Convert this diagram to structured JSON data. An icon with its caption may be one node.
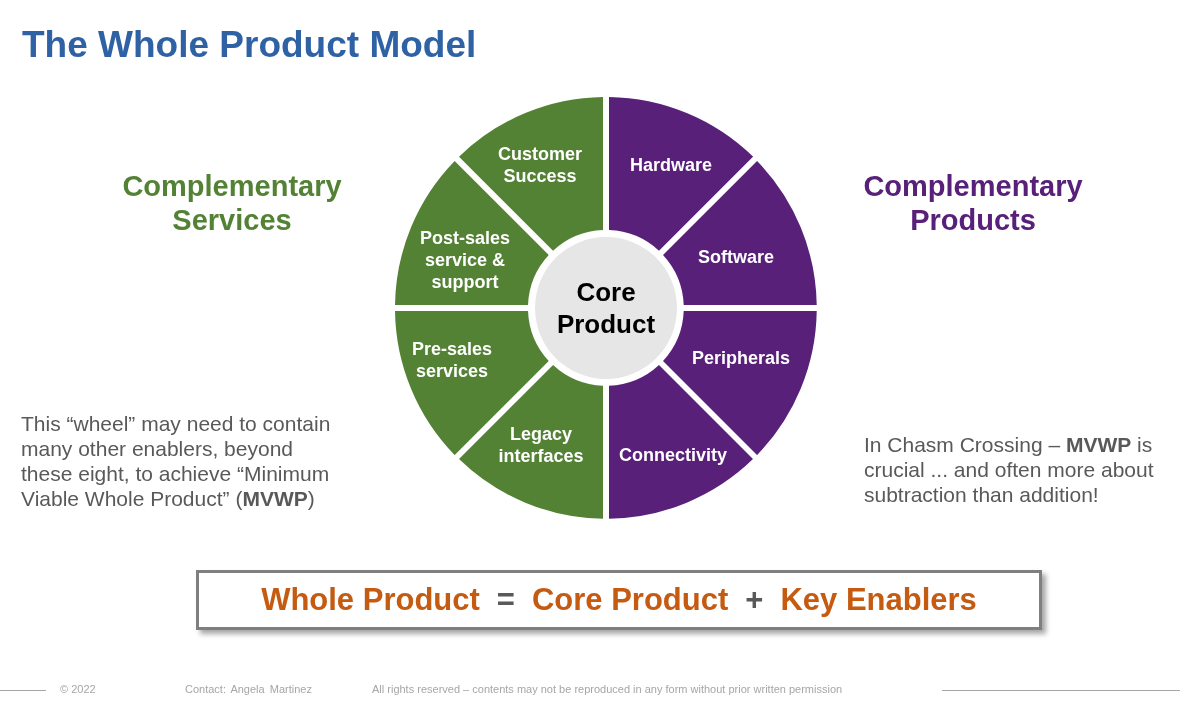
{
  "diagram": {
    "title": "The Whole Product Model",
    "nodes": [
      {
        "text": [
          "Customer Success"
        ]
      },
      {
        "text": [
          "Hardware"
        ]
      },
      {
        "text": [
          "Post-sales service & support"
        ]
      },
      {
        "text": [
          "Software"
        ]
      },
      {
        "text": [
          "Core Product"
        ]
      },
      {
        "text": [
          "Pre-sales services"
        ]
      },
      {
        "text": [
          "Peripherals"
        ]
      },
      {
        "text": [
          "Legacy interfaces"
        ]
      },
      {
        "text": [
          "Connectivity"
        ]
      },
      {
        "text": [
          "Whole Product",
          "=",
          "Core Product",
          "+",
          "Key Enablers"
        ]
      }
    ],
    "labels": [
      "Complementary Services",
      "Complementary Products",
      "This “wheel” may need to contain many other enablers, beyond these eight, to achieve “Minimum Viable Whole Product” (**MVWP**)",
      "In Chasm Crossing – **MVWP** is crucial ... and often more about subtraction than addition!",
      "© 2022",
      "Contact: Angela Martinez",
      "All rights reserved – contents may not be reproduced in any form without prior written permission"
    ]
  }
}
